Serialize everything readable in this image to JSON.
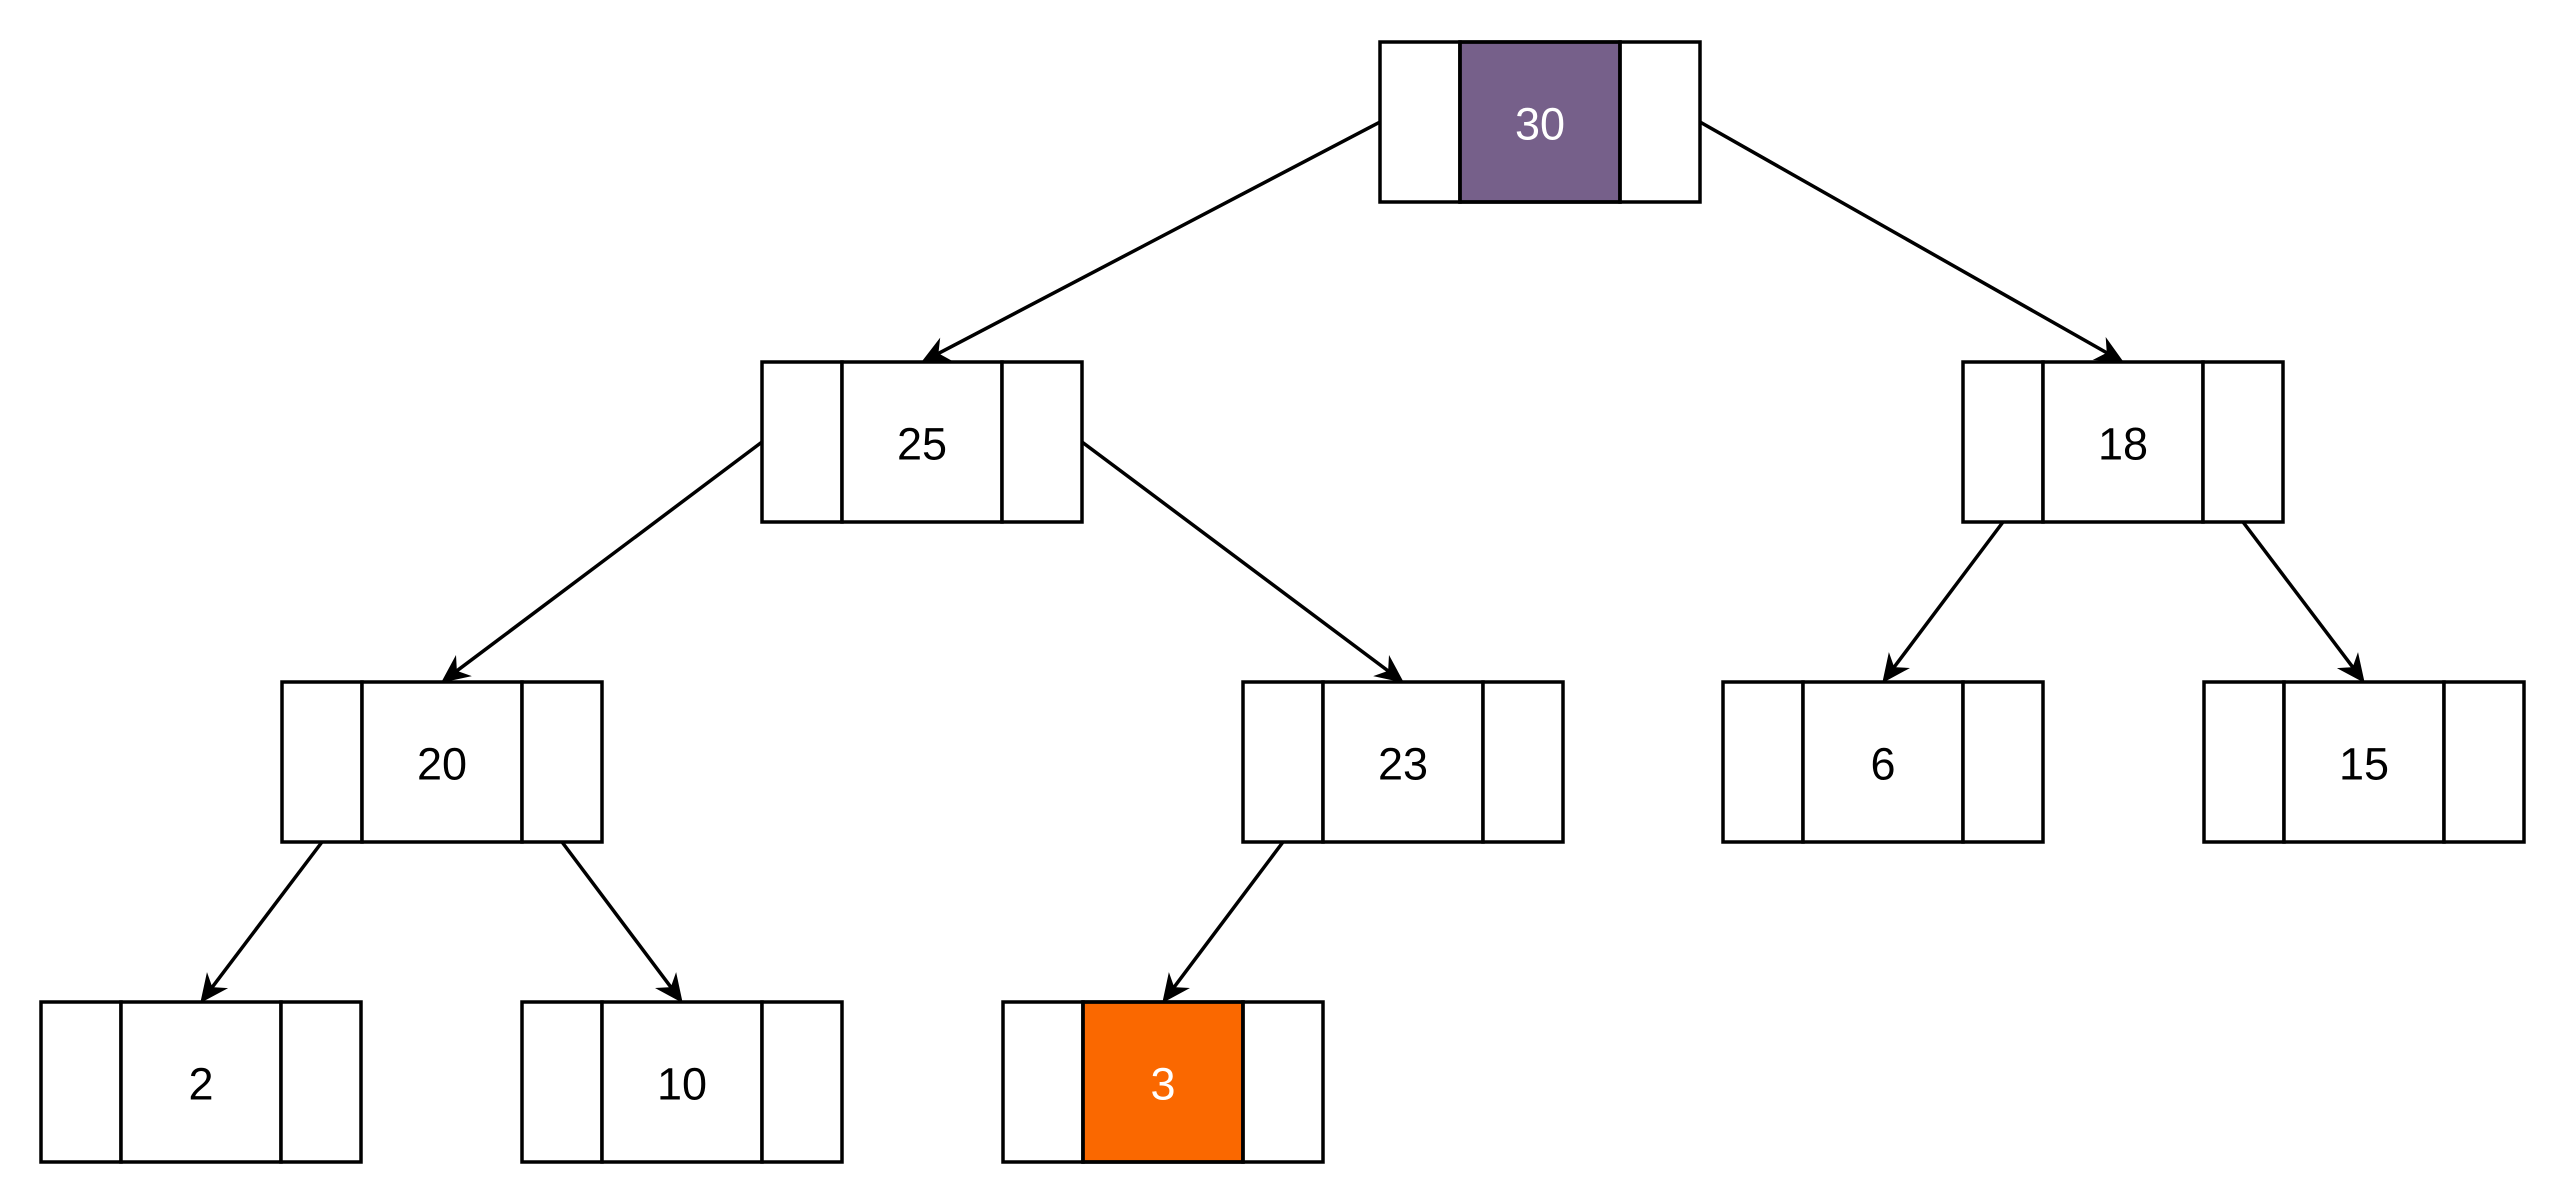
{
  "colors": {
    "default_fill": "#ffffff",
    "default_text": "#000000",
    "root_fill": "#76608a",
    "root_stroke": "#432d57",
    "highlight_fill": "#fa6800",
    "highlight_stroke": "#c73500",
    "highlight_text": "#ffffff",
    "line": "#000000"
  },
  "nodes": [
    {
      "id": "n30",
      "value": "30",
      "style": "root"
    },
    {
      "id": "n25",
      "value": "25",
      "style": "default"
    },
    {
      "id": "n18",
      "value": "18",
      "style": "default"
    },
    {
      "id": "n20",
      "value": "20",
      "style": "default"
    },
    {
      "id": "n23",
      "value": "23",
      "style": "default"
    },
    {
      "id": "n6",
      "value": "6",
      "style": "default"
    },
    {
      "id": "n15",
      "value": "15",
      "style": "default"
    },
    {
      "id": "n2",
      "value": "2",
      "style": "default"
    },
    {
      "id": "n10",
      "value": "10",
      "style": "default"
    },
    {
      "id": "n3",
      "value": "3",
      "style": "highlight"
    }
  ],
  "edges": [
    {
      "from": "n30",
      "to": "n25",
      "side": "left"
    },
    {
      "from": "n30",
      "to": "n18",
      "side": "right"
    },
    {
      "from": "n25",
      "to": "n20",
      "side": "left"
    },
    {
      "from": "n25",
      "to": "n23",
      "side": "right"
    },
    {
      "from": "n18",
      "to": "n6",
      "side": "left"
    },
    {
      "from": "n18",
      "to": "n15",
      "side": "right"
    },
    {
      "from": "n20",
      "to": "n2",
      "side": "left"
    },
    {
      "from": "n20",
      "to": "n10",
      "side": "right"
    },
    {
      "from": "n23",
      "to": "n3",
      "side": "left"
    }
  ]
}
